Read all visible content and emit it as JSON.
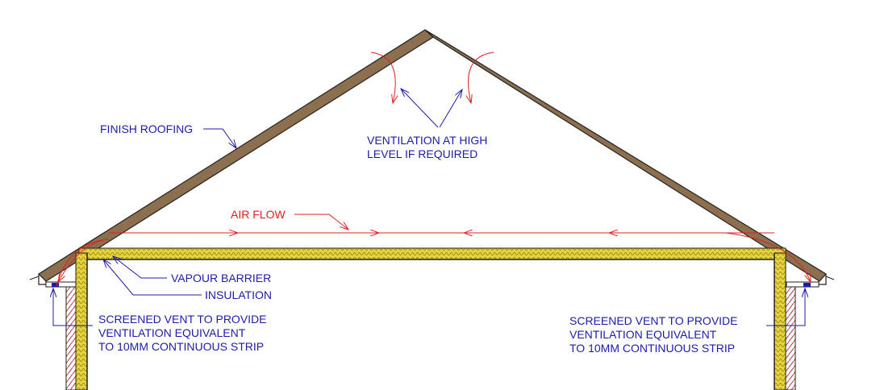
{
  "labels": {
    "finish_roofing": "FINISH ROOFING",
    "ventilation_line1": "VENTILATION AT HIGH",
    "ventilation_line2": "LEVEL IF REQUIRED",
    "air_flow": "AIR FLOW",
    "vapour_barrier": "VAPOUR BARRIER",
    "insulation": "INSULATION",
    "vent_left_line1": "SCREENED VENT TO PROVIDE",
    "vent_left_line2": "VENTILATION EQUIVALENT",
    "vent_left_line3": "TO 10MM CONTINUOUS STRIP",
    "vent_right_line1": "SCREENED VENT TO PROVIDE",
    "vent_right_line2": "VENTILATION EQUIVALENT",
    "vent_right_line3": "TO 10MM CONTINUOUS STRIP"
  },
  "colors": {
    "label_blue": "#1c1ca8",
    "airflow_red": "#e02020",
    "roof_brown": "#8b6f4e",
    "insulation_yellow": "#e6d23a",
    "outline": "#222222",
    "siding_red": "#b83a3a"
  }
}
